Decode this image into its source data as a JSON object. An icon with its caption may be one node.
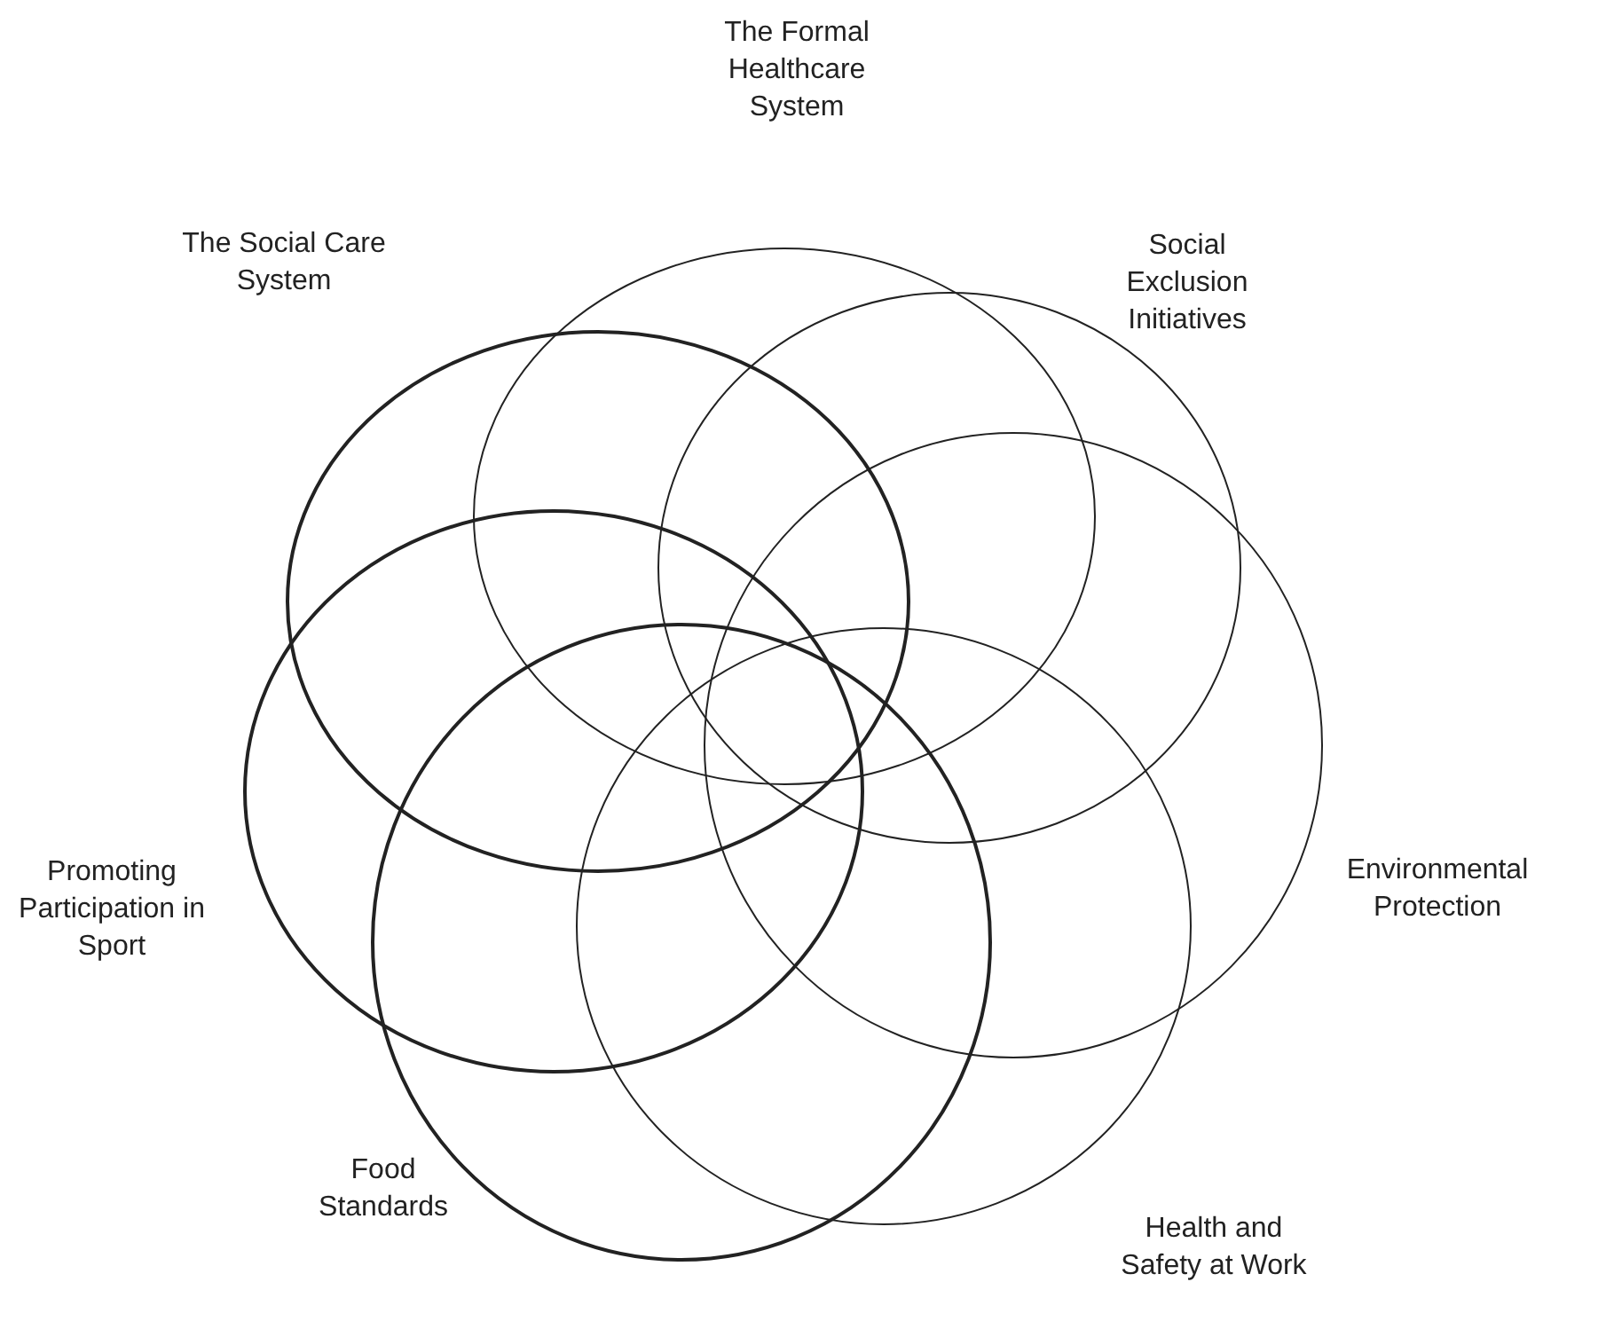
{
  "diagram": {
    "nodes": [
      {
        "text": [
          "The Formal Healthcare System"
        ]
      },
      {
        "text": [
          "Social Exclusion Initiatives"
        ]
      },
      {
        "text": [
          "Environmental Protection"
        ]
      },
      {
        "text": [
          "Health and Safety at Work"
        ]
      },
      {
        "text": [
          "Food Standards"
        ]
      },
      {
        "text": [
          "Promoting Participation in Sport"
        ]
      },
      {
        "text": [
          "The Social Care System"
        ]
      }
    ]
  }
}
